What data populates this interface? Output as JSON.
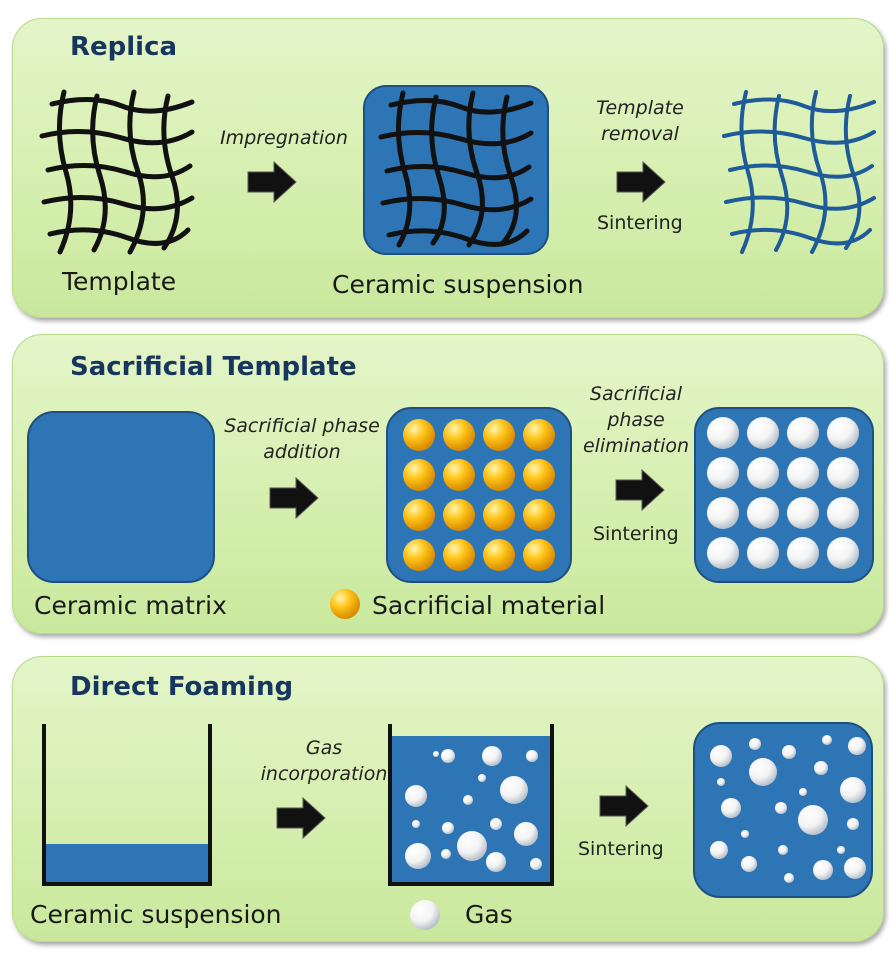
{
  "panels": {
    "replica": {
      "title": "Replica",
      "step1": "Impregnation",
      "step2_line1": "Template",
      "step2_line2": "removal",
      "sintering": "Sintering",
      "label_template": "Template",
      "label_suspension": "Ceramic suspension"
    },
    "sacrificial": {
      "title": "Sacrificial Template",
      "step1_line1": "Sacrificial phase",
      "step1_line2": "addition",
      "step2_line1": "Sacrificial",
      "step2_line2": "phase",
      "step2_line3": "elimination",
      "sintering": "Sintering",
      "label_matrix": "Ceramic matrix",
      "label_material": "Sacrificial material"
    },
    "foaming": {
      "title": "Direct Foaming",
      "step1_line1": "Gas",
      "step1_line2": "incorporation",
      "sintering": "Sintering",
      "label_suspension": "Ceramic suspension",
      "label_gas": "Gas"
    }
  },
  "colors": {
    "ceramic_blue": "#2e75b6",
    "title_navy": "#17365d",
    "panel_green": "#d6efb0",
    "sacrificial_yellow": "#f5b800",
    "gas_white": "#ffffff"
  },
  "icons": [
    "arrow-right-icon",
    "mesh-icon",
    "sphere-icon",
    "bubble-icon",
    "beaker-icon"
  ]
}
